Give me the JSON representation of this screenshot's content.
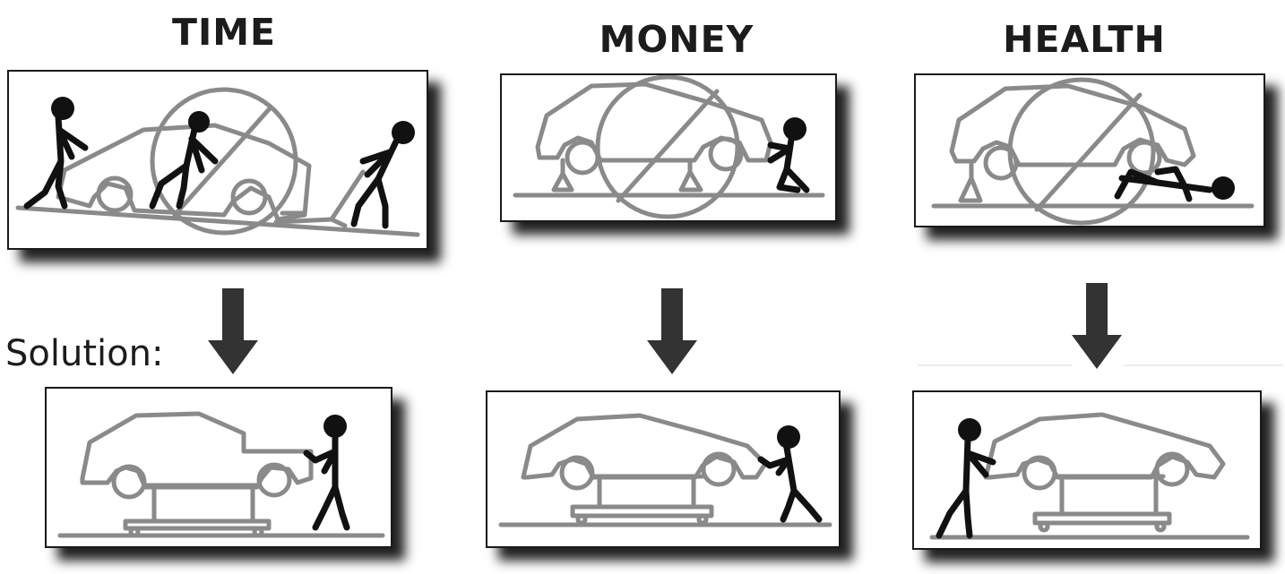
{
  "columns": [
    {
      "title": "TIME"
    },
    {
      "title": "MONEY"
    },
    {
      "title": "HEALTH"
    }
  ],
  "solution_label": "Solution:",
  "colors": {
    "drawing": "#8a8a8a",
    "figure": "#111111",
    "arrow": "#333333",
    "shadow": "#222222"
  }
}
